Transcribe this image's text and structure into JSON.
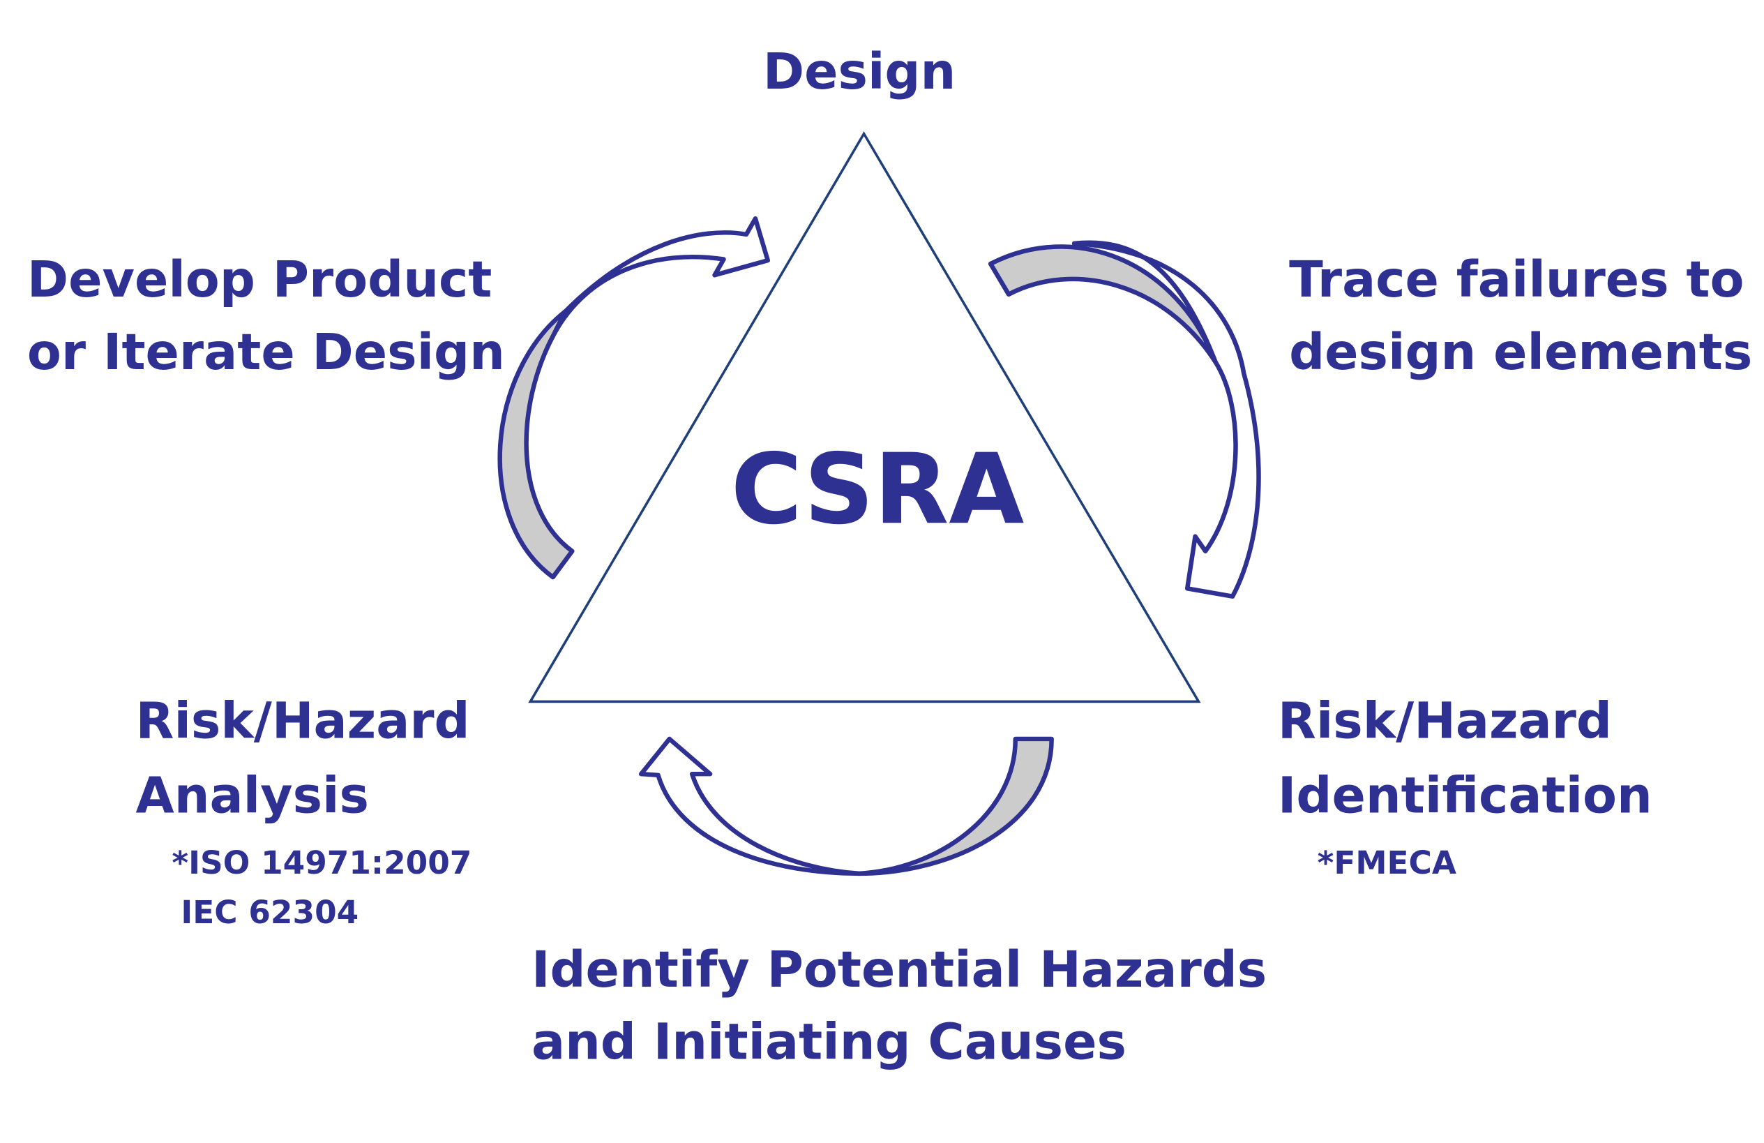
{
  "colors": {
    "text": "#2e3192",
    "triangle": "#1f3f7a",
    "arrow_fill": "#cccccc"
  },
  "center": "CSRA",
  "nodes": {
    "top": "Design",
    "bottom_left": {
      "line1": "Risk/Hazard",
      "line2": "Analysis",
      "note1": "*ISO 14971:2007",
      "note2": "IEC 62304"
    },
    "bottom_right": {
      "line1": "Risk/Hazard",
      "line2": "Identification",
      "note1": "*FMECA"
    }
  },
  "transitions": {
    "left": {
      "line1": "Develop Product",
      "line2": "or Iterate Design"
    },
    "right": {
      "line1": "Trace failures to",
      "line2": "design elements"
    },
    "bottom": {
      "line1": "Identify Potential Hazards",
      "line2": "and Initiating Causes"
    }
  }
}
